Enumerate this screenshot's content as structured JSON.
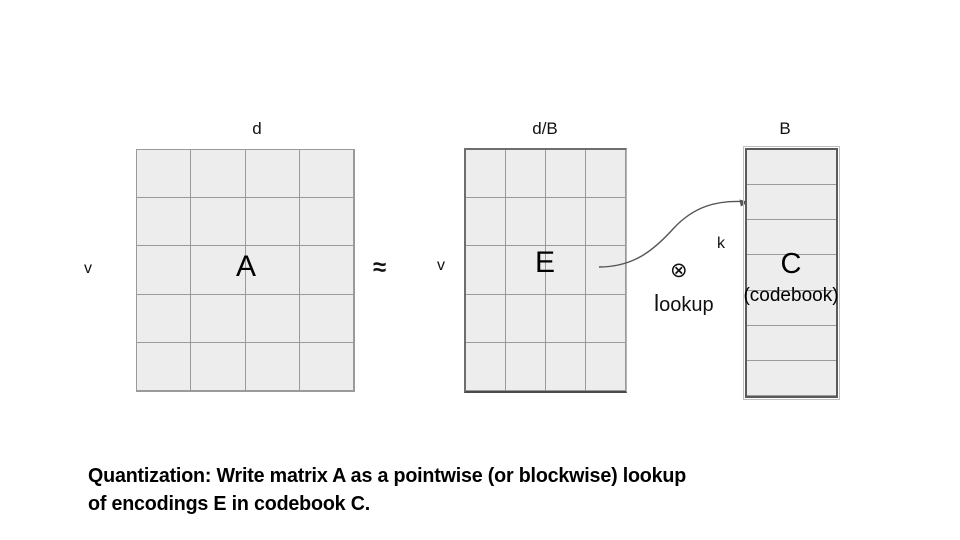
{
  "figure": {
    "caption_line1": "Quantization: Write matrix A as a pointwise (or blockwise) lookup",
    "caption_line2": "of encodings E in codebook C.",
    "approx_symbol": "≈"
  },
  "matrix_a": {
    "glyph": "A",
    "top_label": "d",
    "side_label": "v",
    "columns": 4,
    "rows": 5,
    "fill_color": "#ededed",
    "line_color": "#9a9a9a"
  },
  "matrix_e": {
    "glyph": "E",
    "top_label": "d/B",
    "side_label": "v",
    "columns": 4,
    "rows": 5,
    "fill_color": "#ededed",
    "line_color": "#9a9a9a",
    "frame_color": "#5a5a5a"
  },
  "codebook_c": {
    "glyph": "C",
    "sub_label": "(codebook)",
    "top_label": "B",
    "side_label": "k",
    "columns": 1,
    "rows": 7,
    "fill_color": "#ededed",
    "line_color": "#9a9a9a",
    "frame_color": "#5a5a5a"
  },
  "operator": {
    "symbol": "⊗",
    "label_tall": "l",
    "label_rest": "ookup"
  }
}
